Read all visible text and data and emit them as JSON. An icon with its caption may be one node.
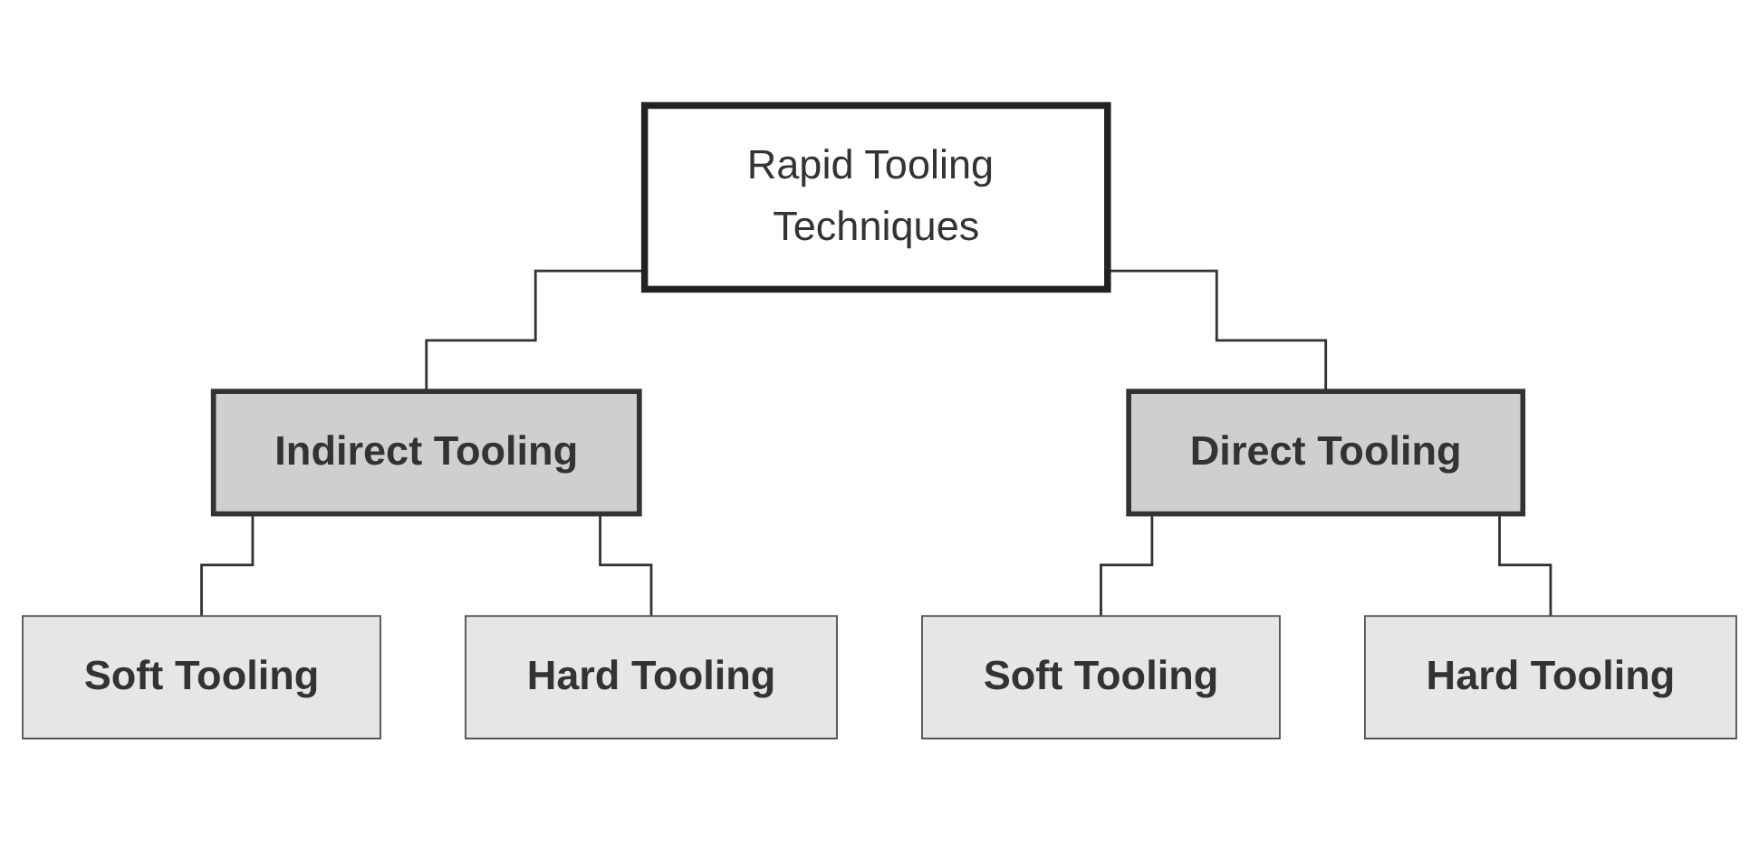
{
  "diagram": {
    "nodes": [
      {
        "text": [
          "Rapid Tooling Techniques"
        ]
      },
      {
        "text": [
          "Indirect Tooling"
        ]
      },
      {
        "text": [
          "Direct Tooling"
        ]
      },
      {
        "text": [
          "Soft Tooling"
        ]
      },
      {
        "text": [
          "Hard Tooling"
        ]
      },
      {
        "text": [
          "Soft Tooling"
        ]
      },
      {
        "text": [
          "Hard Tooling"
        ]
      }
    ],
    "edges": [
      {
        "from": 0,
        "to": 1,
        "arrow": "none"
      },
      {
        "from": 0,
        "to": 2,
        "arrow": "none"
      },
      {
        "from": 1,
        "to": 3,
        "arrow": "none"
      },
      {
        "from": 1,
        "to": 4,
        "arrow": "none"
      },
      {
        "from": 2,
        "to": 5,
        "arrow": "none"
      },
      {
        "from": 2,
        "to": 6,
        "arrow": "none"
      }
    ]
  }
}
